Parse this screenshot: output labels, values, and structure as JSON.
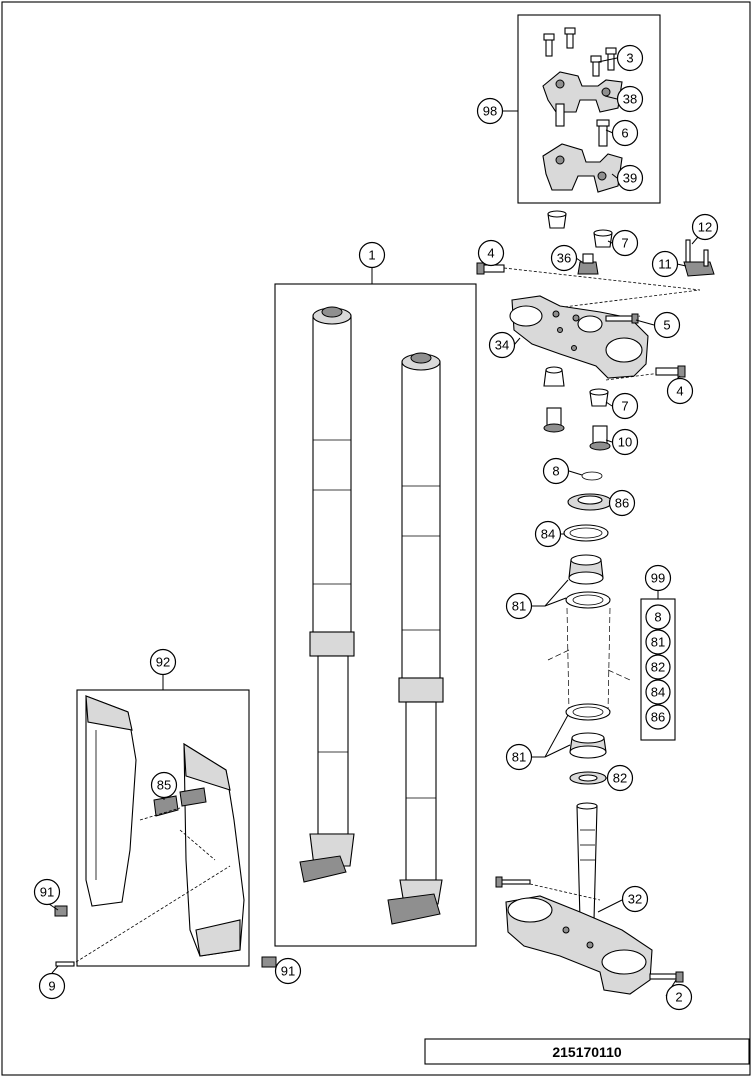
{
  "drawing_code": "215170110",
  "callouts": {
    "c1": "1",
    "c2": "2",
    "c3": "3",
    "c4a": "4",
    "c4b": "4",
    "c5": "5",
    "c6": "6",
    "c7a": "7",
    "c7b": "7",
    "c8": "8",
    "c9": "9",
    "c10": "10",
    "c11": "11",
    "c12": "12",
    "c32": "32",
    "c34": "34",
    "c36": "36",
    "c38": "38",
    "c39": "39",
    "c81a": "81",
    "c81b": "81",
    "c82": "82",
    "c84": "84",
    "c85": "85",
    "c86": "86",
    "c91a": "91",
    "c91b": "91",
    "c92": "92",
    "c98": "98",
    "c99": "99"
  },
  "kit_99": [
    "8",
    "81",
    "82",
    "84",
    "86"
  ]
}
